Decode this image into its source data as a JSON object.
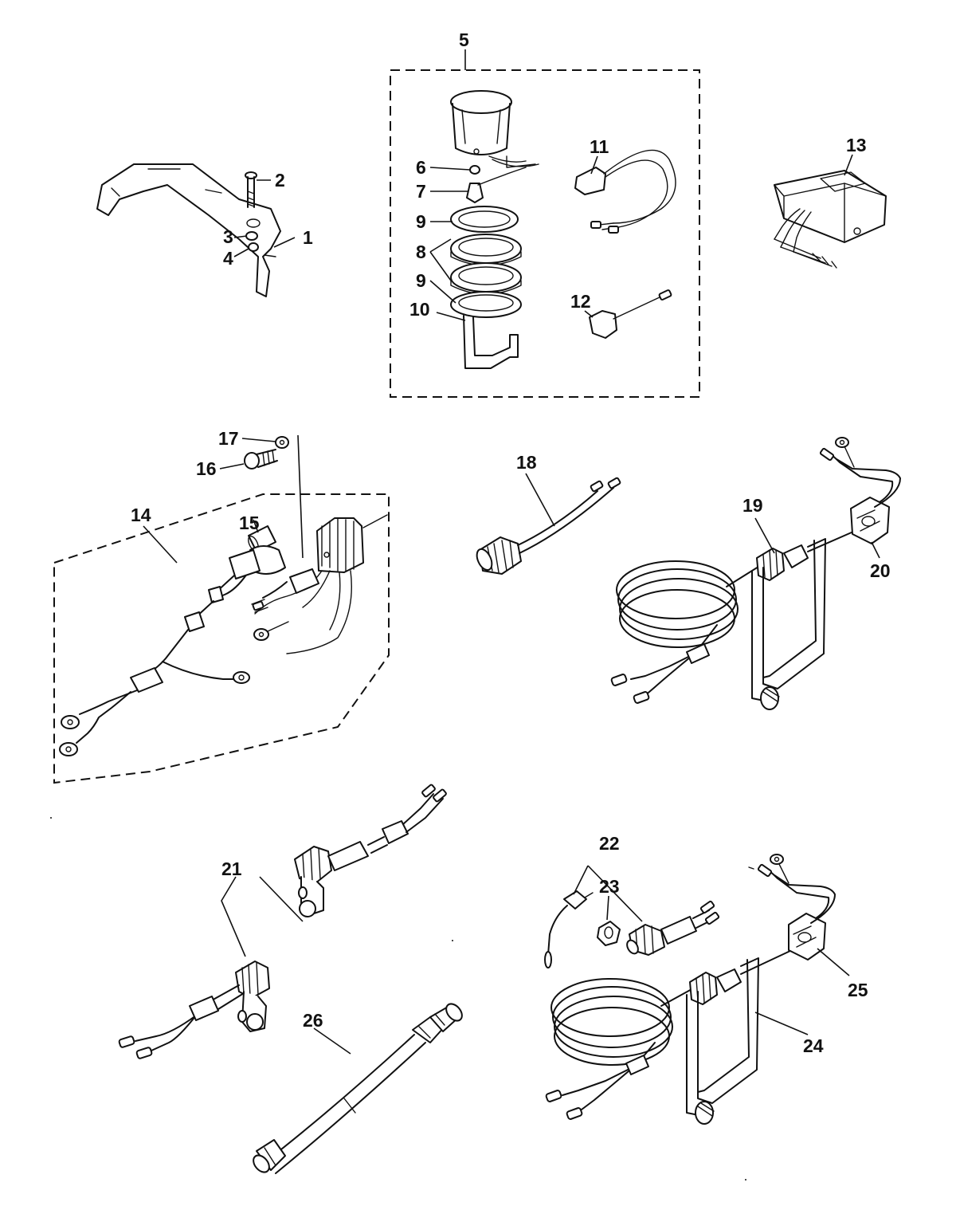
{
  "callouts": {
    "c1": "1",
    "c2": "2",
    "c3": "3",
    "c4": "4",
    "c5": "5",
    "c6": "6",
    "c7": "7",
    "c8": "8",
    "c9a": "9",
    "c9b": "9",
    "c10": "10",
    "c11": "11",
    "c12": "12",
    "c13": "13",
    "c14": "14",
    "c15": "15",
    "c16": "16",
    "c17": "17",
    "c18": "18",
    "c19": "19",
    "c20": "20",
    "c21": "21",
    "c22": "22",
    "c23": "23",
    "c24": "24",
    "c25": "25",
    "c26": "26"
  }
}
